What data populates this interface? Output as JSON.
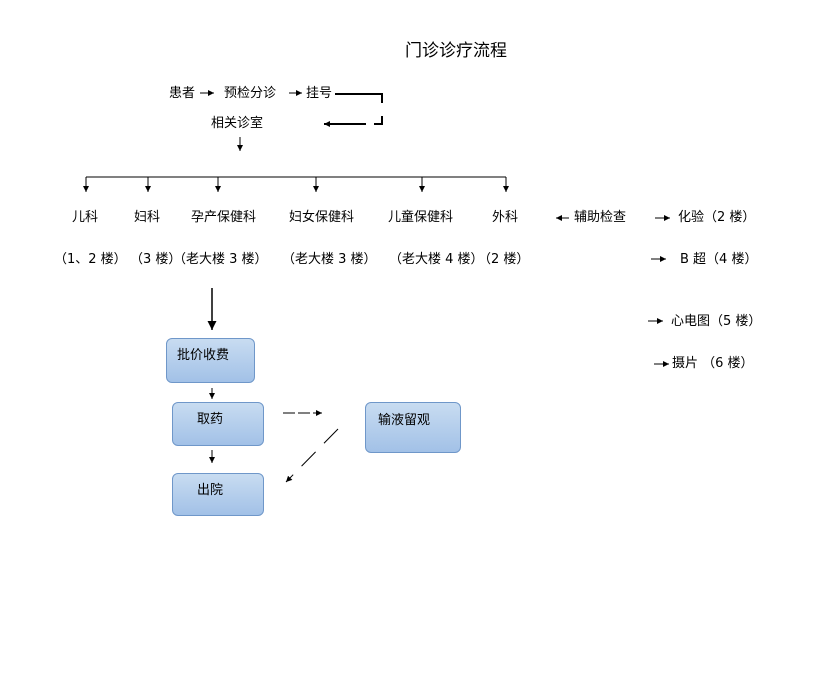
{
  "title": "门诊诊疗流程",
  "intake": {
    "patient": "患者",
    "triage": "预检分诊",
    "register": "挂号",
    "clinic": "相关诊室"
  },
  "departments": [
    {
      "name": "儿科",
      "floor": "（1、2 楼）"
    },
    {
      "name": "妇科",
      "floor": "（3 楼）"
    },
    {
      "name": "孕产保健科",
      "floor": "（老大楼 3 楼）"
    },
    {
      "name": "妇女保健科",
      "floor": "（老大楼 3 楼）"
    },
    {
      "name": "儿童保健科",
      "floor": "（老大楼 4 楼）"
    },
    {
      "name": "外科",
      "floor": "（2 楼）"
    }
  ],
  "auxiliary": {
    "label": "辅助检查",
    "items": [
      "化验（2 楼）",
      "B 超（4 楼）",
      "心电图（5 楼）",
      "摄片 （6 楼）"
    ]
  },
  "steps": {
    "billing": "批价收费",
    "pharmacy": "取药",
    "infusion": "输液留观",
    "discharge": "出院"
  }
}
